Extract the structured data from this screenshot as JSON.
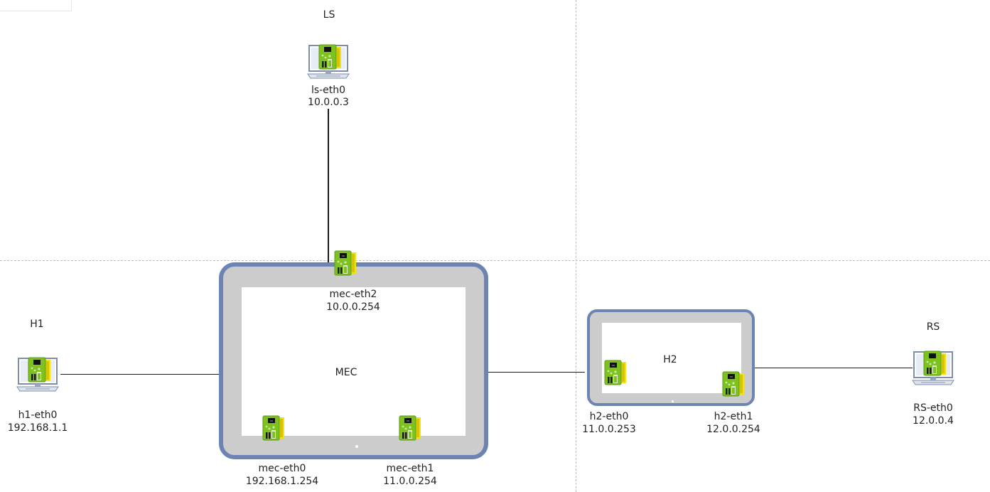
{
  "nodes": {
    "ls": {
      "name": "LS",
      "iface": "ls-eth0",
      "ip": "10.0.0.3"
    },
    "h1": {
      "name": "H1",
      "iface": "h1-eth0",
      "ip": "192.168.1.1"
    },
    "rs": {
      "name": "RS",
      "iface": "RS-eth0",
      "ip": "12.0.0.4"
    },
    "mec": {
      "name": "MEC",
      "eth2": {
        "iface": "mec-eth2",
        "ip": "10.0.0.254"
      },
      "eth0": {
        "iface": "mec-eth0",
        "ip": "192.168.1.254"
      },
      "eth1": {
        "iface": "mec-eth1",
        "ip": "11.0.0.254"
      }
    },
    "h2": {
      "name": "H2",
      "eth0": {
        "iface": "h2-eth0",
        "ip": "11.0.0.253"
      },
      "eth1": {
        "iface": "h2-eth1",
        "ip": "12.0.0.254"
      }
    }
  },
  "icons": {
    "host": "computer-icon",
    "nic": "network-card-icon"
  },
  "colors": {
    "device_border": "#6b84b4",
    "device_fill": "#cccccc",
    "nic_green": "#7dc21e",
    "nic_yellow": "#f3e11c",
    "link": "#1a1a1a",
    "grid": "#bdbdbd"
  }
}
